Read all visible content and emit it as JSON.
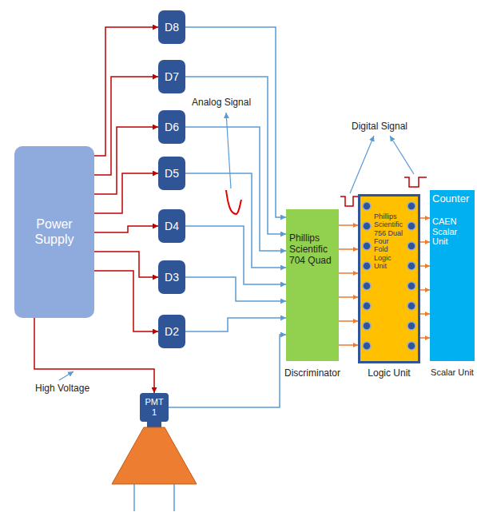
{
  "diagram": {
    "nodes": [
      {
        "text": [
          "Power Supply"
        ]
      },
      {
        "text": [
          "D8"
        ]
      },
      {
        "text": [
          "D7"
        ]
      },
      {
        "text": [
          "D6"
        ]
      },
      {
        "text": [
          "D5"
        ]
      },
      {
        "text": [
          "D4"
        ]
      },
      {
        "text": [
          "D3"
        ]
      },
      {
        "text": [
          "D2"
        ]
      },
      {
        "text": [
          "PMT 1"
        ]
      },
      {
        "text": [
          "Phillips Scientific 704 Quad",
          "Discriminator"
        ]
      },
      {
        "text": [
          "Phillips Scientific 756 Dual Four Fold Logic Unit",
          "Logic Unit"
        ]
      },
      {
        "text": [
          "Counter",
          "CAEN Scalar Unit",
          "Scalar Unit"
        ]
      }
    ],
    "edges": [
      {
        "from": 0,
        "to": 1,
        "arrow": "to"
      },
      {
        "from": 0,
        "to": 2,
        "arrow": "to"
      },
      {
        "from": 0,
        "to": 3,
        "arrow": "to"
      },
      {
        "from": 0,
        "to": 4,
        "arrow": "to"
      },
      {
        "from": 0,
        "to": 5,
        "arrow": "to"
      },
      {
        "from": 0,
        "to": 6,
        "arrow": "to"
      },
      {
        "from": 0,
        "to": 7,
        "arrow": "to"
      },
      {
        "from": 0,
        "to": 8,
        "arrow": "to"
      },
      {
        "from": 1,
        "to": 9,
        "arrow": "to"
      },
      {
        "from": 2,
        "to": 9,
        "arrow": "to"
      },
      {
        "from": 3,
        "to": 9,
        "arrow": "to"
      },
      {
        "from": 4,
        "to": 9,
        "arrow": "to"
      },
      {
        "from": 5,
        "to": 9,
        "arrow": "to"
      },
      {
        "from": 6,
        "to": 9,
        "arrow": "to"
      },
      {
        "from": 7,
        "to": 9,
        "arrow": "to"
      },
      {
        "from": 8,
        "to": 9,
        "arrow": "to"
      },
      {
        "from": 9,
        "to": 10,
        "arrow": "to"
      },
      {
        "from": 9,
        "to": 10,
        "arrow": "to"
      },
      {
        "from": 9,
        "to": 10,
        "arrow": "to"
      },
      {
        "from": 9,
        "to": 10,
        "arrow": "to"
      },
      {
        "from": 9,
        "to": 10,
        "arrow": "to"
      },
      {
        "from": 9,
        "to": 10,
        "arrow": "to"
      },
      {
        "from": 10,
        "to": 11,
        "arrow": "to"
      },
      {
        "from": 10,
        "to": 11,
        "arrow": "to"
      },
      {
        "from": 10,
        "to": 11,
        "arrow": "to"
      },
      {
        "from": 10,
        "to": 11,
        "arrow": "to"
      },
      {
        "from": 10,
        "to": 11,
        "arrow": "to"
      },
      {
        "from": 10,
        "to": 11,
        "arrow": "to"
      }
    ],
    "labels": [
      "Analog Signal",
      "Digital Signal",
      "High Voltage"
    ]
  }
}
